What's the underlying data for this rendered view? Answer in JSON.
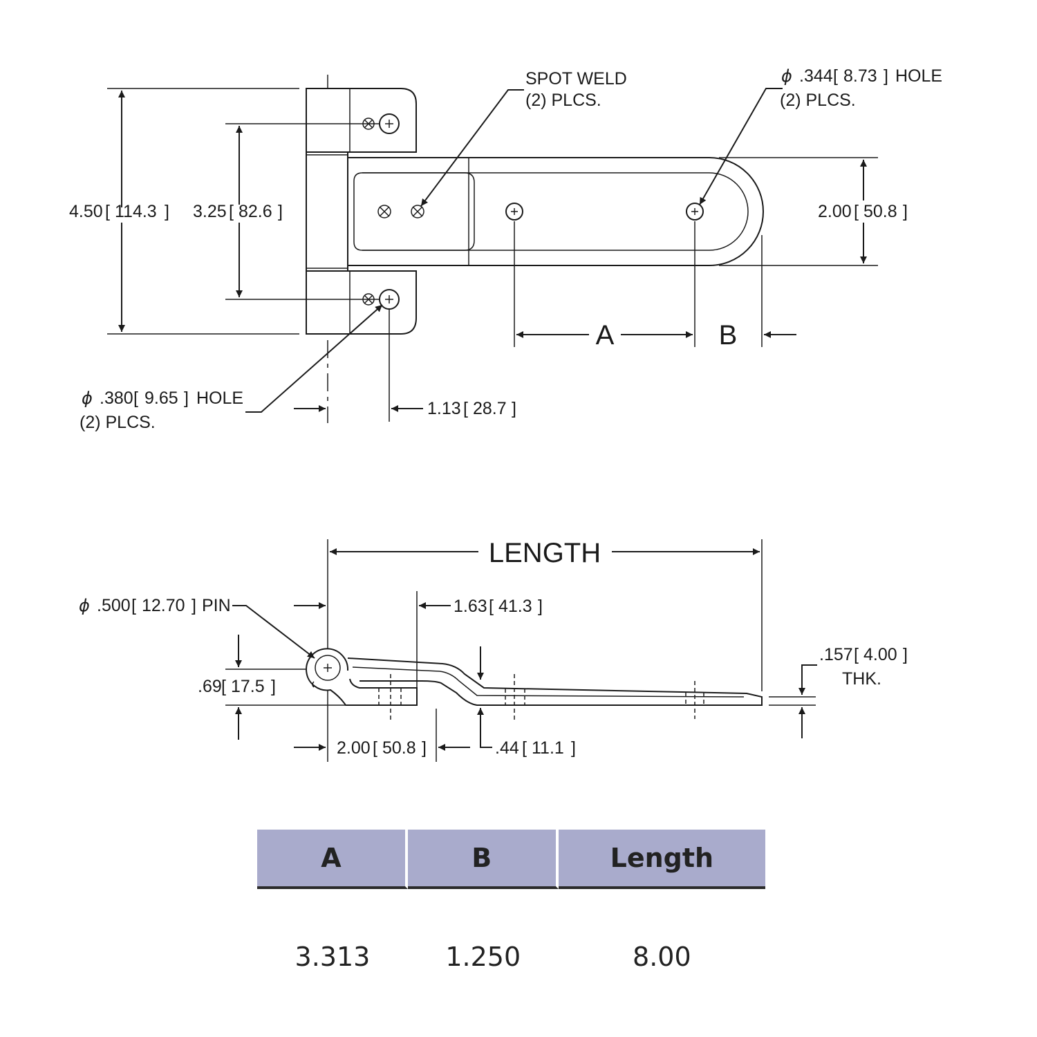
{
  "top_view": {
    "spot_weld_line1": "SPOT WELD",
    "spot_weld_line2": "(2) PLCS.",
    "hole344_dia": ".344",
    "hole344_mm": "8.73",
    "hole344_suffix": "HOLE",
    "hole344_plcs": "(2) PLCS.",
    "dim_450": "4.50",
    "dim_450_mm": "114.3",
    "dim_325": "3.25",
    "dim_325_mm": "82.6",
    "dim_200": "2.00",
    "dim_200_mm": "50.8",
    "label_a": "A",
    "label_b": "B",
    "hole380_dia": ".380",
    "hole380_mm": "9.65",
    "hole380_suffix": "HOLE",
    "hole380_plcs": "(2) PLCS.",
    "dim_113": "1.13",
    "dim_113_mm": "28.7"
  },
  "side_view": {
    "length_label": "LENGTH",
    "pin_dia": ".500",
    "pin_mm": "12.70",
    "pin_suffix": "PIN",
    "dim_163": "1.63",
    "dim_163_mm": "41.3",
    "dim_069": ".69",
    "dim_069_mm": "17.5",
    "thk_val": ".157",
    "thk_mm": "4.00",
    "thk_label": "THK.",
    "dim_200": "2.00",
    "dim_200_mm": "50.8",
    "dim_044": ".44",
    "dim_044_mm": "11.1"
  },
  "spec_table": {
    "headers": [
      "A",
      "B",
      "Length"
    ],
    "rows": [
      [
        "3.313",
        "1.250",
        "8.00"
      ]
    ],
    "header_color": "#a9abcc"
  }
}
